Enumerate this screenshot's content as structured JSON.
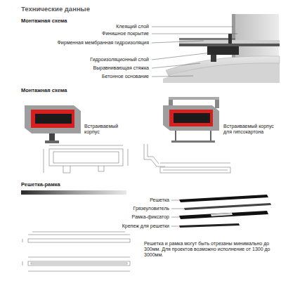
{
  "diagram": {
    "title": "Технические данные",
    "labels": [
      "Монтажная схема",
      "Клеящий слой",
      "Финишное покрытие",
      "Фирменная мембранная гидроизоляция",
      "Гидроизоляционный слой",
      "Выравнивающая стяжка",
      "Бетонное основание",
      "Монтажная схема",
      "Встраиваемый корпус",
      "Встраиваемый корпус для гипсокартона",
      "Решетка-рамка",
      "Решетка",
      "Грязеуловитель",
      "Рамка-фиксатор",
      "Крепеж для решетки",
      "Решетка и рамка могут быть отрезаны минимально до 300мм. Для проектов возможно исполнение от 1300 до 3000мм."
    ]
  }
}
